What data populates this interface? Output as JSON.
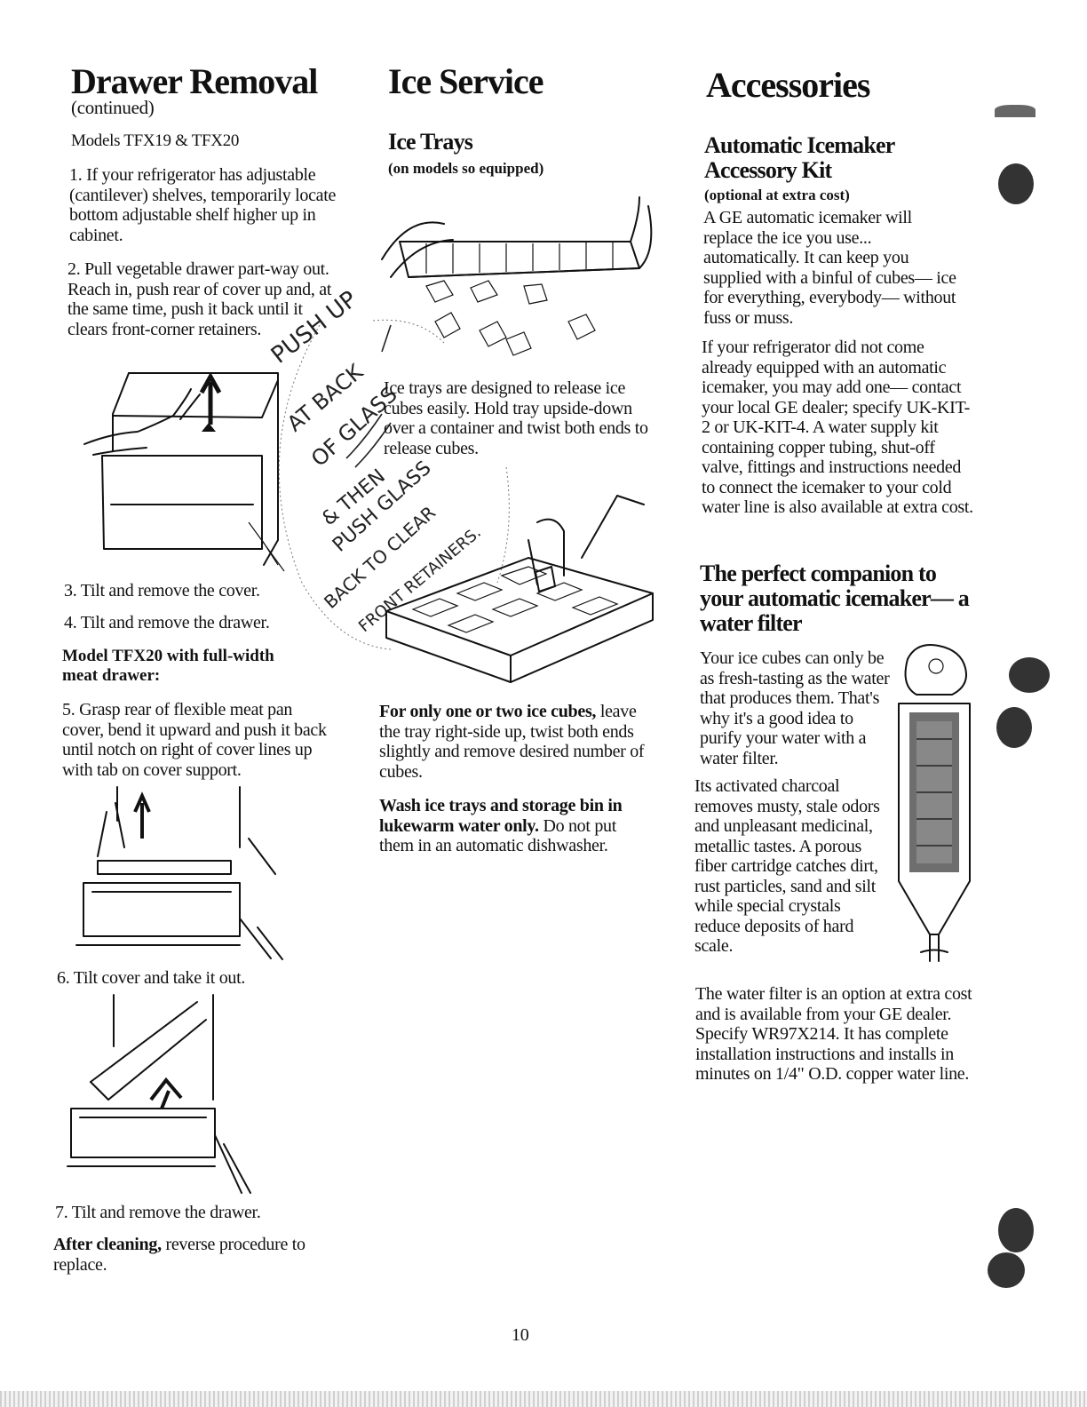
{
  "drawer_removal": {
    "title": "Drawer Removal",
    "continued": "(continued)",
    "models_heading": "Models TFX19 & TFX20",
    "step1": "1. If your refrigerator has adjustable (cantilever) shelves, temporarily locate bottom adjustable shelf higher up in cabinet.",
    "step2": "2. Pull vegetable drawer part-way out. Reach in, push rear of cover up and, at the same time, push it back until it clears front-corner retainers.",
    "step3": "3. Tilt and remove the cover.",
    "step4": "4. Tilt and remove the drawer.",
    "model_meat_heading": "Model TFX20 with full-width meat drawer:",
    "step5": "5. Grasp rear of flexible meat pan cover, bend it upward and push it back until notch on right of cover lines up with tab on cover support.",
    "step6": "6. Tilt cover and take it out.",
    "step7": "7. Tilt and remove the drawer.",
    "after_cleaning_bold": "After cleaning,",
    "after_cleaning_rest": "reverse procedure to replace."
  },
  "ice_service": {
    "title": "Ice Service",
    "subtitle": "Ice Trays",
    "equipped": "(on models so equipped)",
    "trays_text": "Ice trays are designed to release ice cubes easily. Hold tray upside-down over a container and twist both ends to release cubes.",
    "one_two_bold": "For only one or two ice cubes,",
    "one_two_rest": "leave the tray right-side up, twist both ends slightly and remove desired number of cubes.",
    "wash_bold": "Wash ice trays and storage bin in lukewarm water only.",
    "wash_rest": "Do not put them in an automatic dishwasher."
  },
  "handwritten_note": {
    "line1": "PUSH UP",
    "line2": "AT BACK",
    "line3": "OF GLASS",
    "line4": "& THEN",
    "line5": "PUSH GLASS",
    "line6": "BACK TO CLEAR",
    "line7": "FRONT RETAINERS."
  },
  "accessories": {
    "title": "Accessories",
    "kit_heading": "Automatic Icemaker Accessory Kit",
    "optional": "(optional at extra cost)",
    "kit_p1": "A GE automatic icemaker will replace the ice you use... automatically. It can keep you supplied with a binful of cubes— ice for everything, everybody— without fuss or muss.",
    "kit_p2": "If your refrigerator did not come already equipped with an automatic icemaker, you may add one— contact your local GE dealer; specify UK-KIT-2 or UK-KIT-4. A water supply kit containing copper tubing, shut-off valve, fittings and instructions needed to connect the icemaker to your cold water line is also available at extra cost.",
    "filter_heading": "The perfect companion to your automatic icemaker— a water filter",
    "filter_p1": "Your ice cubes can only be as fresh-tasting as the water that produces them. That's why it's a good idea to purify your water with a water filter.",
    "filter_p2": "Its activated charcoal removes musty, stale odors and unpleasant medicinal, metallic tastes. A porous fiber cartridge catches dirt, rust particles, sand and silt while special crystals reduce deposits of hard scale.",
    "filter_p3": "The water filter is an option at extra cost and is available from your GE dealer. Specify WR97X214. It has complete installation instructions and installs in minutes on 1/4\" O.D. copper water line."
  },
  "page_number": "10"
}
